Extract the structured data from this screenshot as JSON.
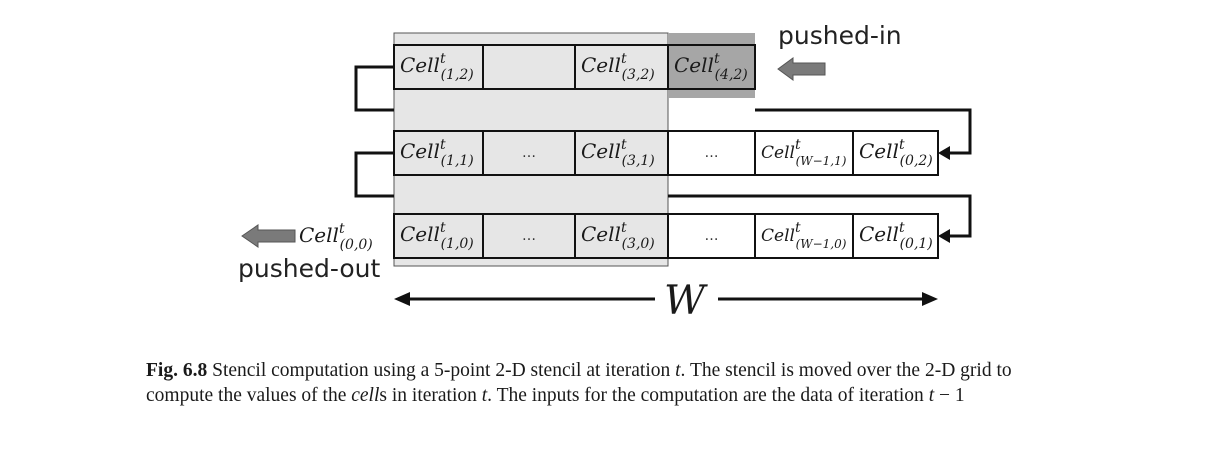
{
  "callouts": {
    "pushed_in": "pushed-in",
    "pushed_out": "pushed-out",
    "width": "W"
  },
  "cell_word": "Cell",
  "superscript": "t",
  "ellipsis": "…",
  "rows": [
    {
      "cells": [
        {
          "type": "cell",
          "sub": "(1,2)"
        },
        {
          "type": "empty"
        },
        {
          "type": "cell",
          "sub": "(3,2)"
        },
        {
          "type": "cell",
          "sub": "(4,2)",
          "highlight": true
        }
      ]
    },
    {
      "cells": [
        {
          "type": "cell",
          "sub": "(1,1)"
        },
        {
          "type": "dots"
        },
        {
          "type": "cell",
          "sub": "(3,1)"
        },
        {
          "type": "dots"
        },
        {
          "type": "cell",
          "sub": "(W−1,1)"
        },
        {
          "type": "cell",
          "sub": "(0,2)"
        }
      ]
    },
    {
      "cells": [
        {
          "type": "cell",
          "sub": "(1,0)"
        },
        {
          "type": "dots"
        },
        {
          "type": "cell",
          "sub": "(3,0)"
        },
        {
          "type": "dots"
        },
        {
          "type": "cell",
          "sub": "(W−1,0)"
        },
        {
          "type": "cell",
          "sub": "(0,1)"
        }
      ]
    }
  ],
  "outside_cell": {
    "sub": "(0,0)"
  },
  "caption": {
    "label": "Fig. 6.8",
    "part1": " Stencil computation using a 5-point 2-D stencil at iteration ",
    "var_t1": "t",
    "part2": ". The stencil is moved over the 2-D grid to compute the values of the ",
    "cells_word": "cell",
    "part3": "s in iteration ",
    "var_t2": "t",
    "part4": ". The inputs for the computation are the data of iteration ",
    "var_t3": "t",
    "part5": " − 1"
  },
  "colors": {
    "stencil_fill": "#e6e6e6",
    "pushed_in_fill": "#a6a6a6",
    "arrow_fill": "#7a7a7a",
    "line": "#111111"
  }
}
